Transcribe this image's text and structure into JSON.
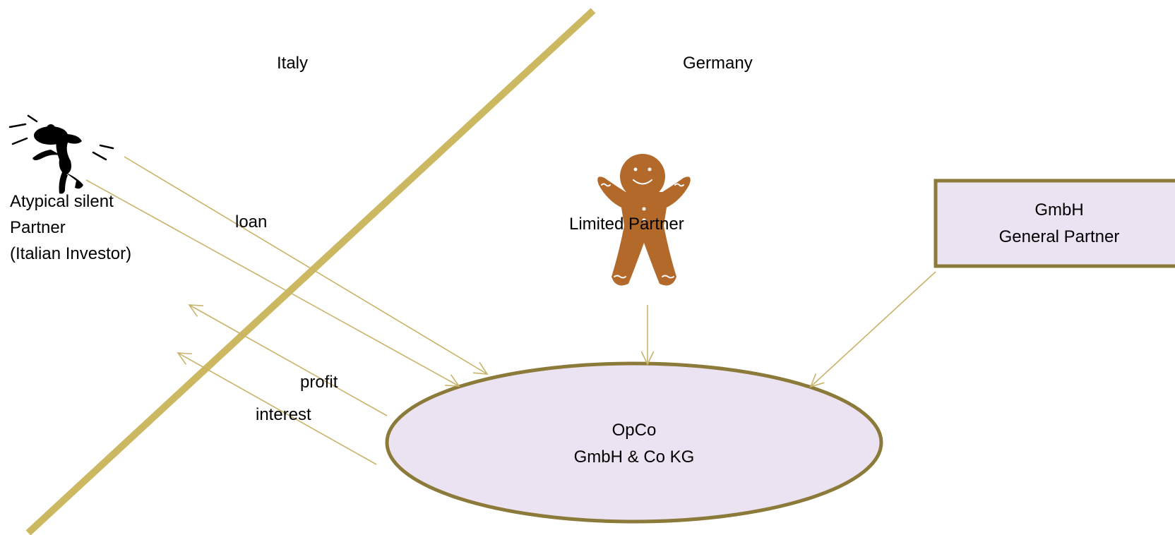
{
  "colors": {
    "border_line": "#cdb862",
    "arrow": "#c9b36a",
    "shape_stroke": "#8c7a3a",
    "shape_fill": "#ebe3f1",
    "gingerbread": "#b3692a",
    "icing": "#ffffff"
  },
  "countries": {
    "left": "Italy",
    "right": "Germany"
  },
  "investor": {
    "icon": "stressed-person-icon",
    "line1": "Atypical silent",
    "line2": "Partner",
    "line3": "(Italian Investor)"
  },
  "limited_partner": {
    "icon": "gingerbread-man-icon",
    "label": "Limited Partner"
  },
  "general_partner": {
    "line1": "GmbH",
    "line2": "General Partner"
  },
  "opco": {
    "line1": "OpCo",
    "line2": "GmbH & Co KG"
  },
  "flows": {
    "loan": "loan",
    "profit": "profit",
    "interest": "interest"
  }
}
